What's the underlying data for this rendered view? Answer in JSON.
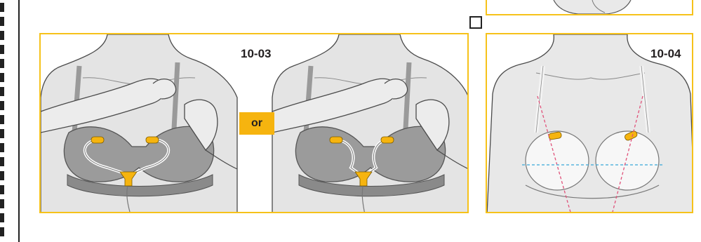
{
  "steps": {
    "left": "10-03",
    "right": "10-04"
  },
  "separator": "or",
  "colors": {
    "frame": "#f6c21a",
    "accent": "#f6b40f",
    "guide_pink": "#e0527a",
    "guide_blue": "#3aa7d8"
  }
}
